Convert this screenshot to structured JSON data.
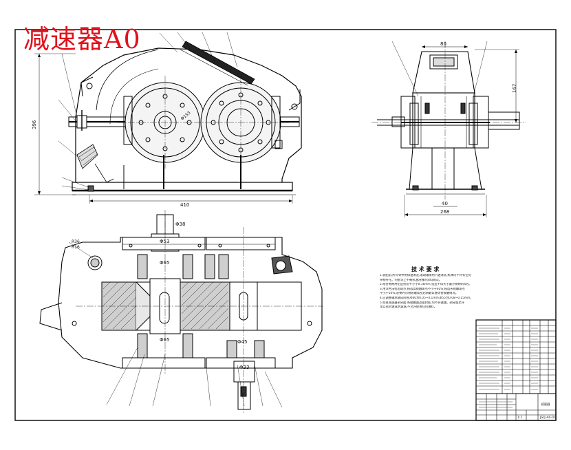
{
  "title": "减速器A0",
  "dimensions": {
    "top_width": "410",
    "top_height": "396",
    "side_top_width": "80",
    "side_height": "167",
    "side_base_inner": "40",
    "side_base_total": "268",
    "gear_dia_1": "Φ153",
    "shaft_top": "Φ38",
    "shaft_1": "Φ53",
    "shaft_2": "Φ65",
    "shaft_3": "Φ65",
    "shaft_4": "Φ45",
    "shaft_5": "Φ33",
    "corner_r1": "R36",
    "corner_r2": "R16"
  },
  "tech_requirements": {
    "heading": "技 术 要 求",
    "lines": [
      "1.装配前,所有零件用煤油清洗,滚动轴承用汽油清洗,机体内不许有任何",
      "杂物存在。内壁涂上不被机油浸蚀的涂料两次。",
      "2.啮合侧隙用铅丝检验不小于0.16mm,铅丝不得大于最小侧隙的4倍。",
      "3.用涂色法检验斑点,按齿高接触斑点不小于40%,按齿长接触斑点",
      "不小于50%,必要时可用研磨或刮后研磨以便改善接触情况。",
      "4.应调整轴承轴向间隙,Φ40为0.05~0.1mm,Φ55为0.08~0.15mm。",
      "5.检查减速器剖分面,各接触面及密封处,均不许漏油。剖分面允许",
      "涂以密封油或水玻璃,不允许使用任何填料。"
    ]
  },
  "title_block": {
    "drawing_name": "减速器",
    "drawing_number": "JSQ-A0-01",
    "scale": "1:1"
  }
}
